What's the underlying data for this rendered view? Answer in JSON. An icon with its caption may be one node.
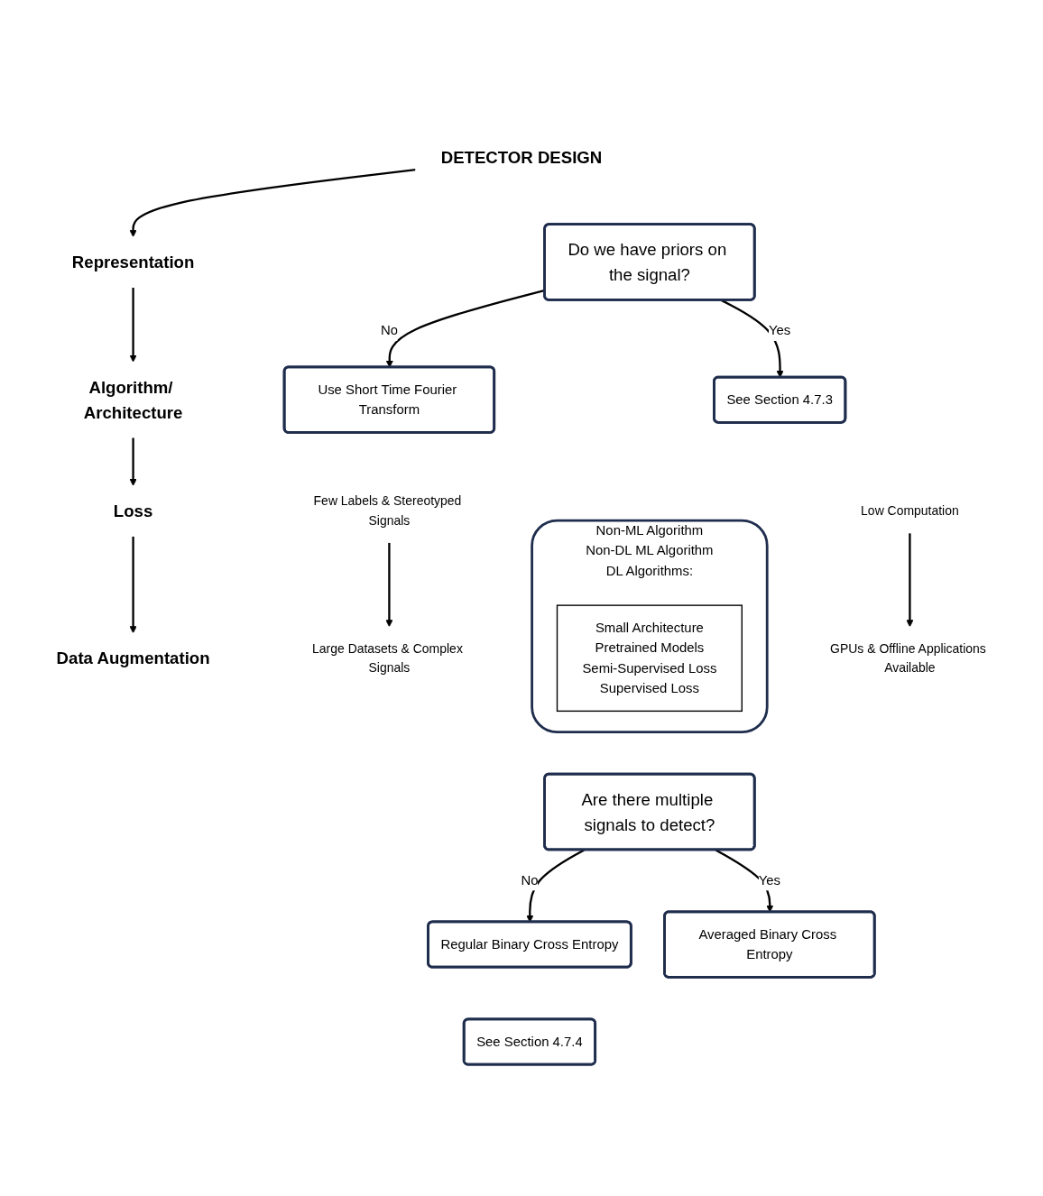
{
  "diagram": {
    "nodes": [
      {
        "text": [
          "DETECTOR DESIGN"
        ]
      },
      {
        "text": [
          "Representation"
        ]
      },
      {
        "text": [
          "Do we have priors on the signal?"
        ]
      },
      {
        "text": [
          "Use Short Time Fourier Transform"
        ]
      },
      {
        "text": [
          "See Section 4.7.3"
        ]
      },
      {
        "text": [
          "Algorithm/ Architecture"
        ]
      },
      {
        "text": [
          "Few Labels & Stereotyped Signals"
        ]
      },
      {
        "text": [
          "Non-ML Algorithm",
          "Non-DL ML Algorithm",
          "DL Algorithms:"
        ]
      },
      {
        "text": [
          "Small Architecture",
          "Pretrained Models",
          "Semi-Supervised Loss",
          "Supervised Loss"
        ],
        "in": 7
      },
      {
        "text": [
          "Low Computation"
        ]
      },
      {
        "text": [
          "Large Datasets & Complex Signals"
        ]
      },
      {
        "text": [
          "GPUs & Offline Applications Available"
        ]
      },
      {
        "text": [
          "Loss"
        ]
      },
      {
        "text": [
          "Are there multiple signals to detect?"
        ]
      },
      {
        "text": [
          "Regular Binary Cross Entropy"
        ]
      },
      {
        "text": [
          "Averaged Binary Cross Entropy"
        ]
      },
      {
        "text": [
          "Data Augmentation"
        ]
      },
      {
        "text": [
          "See Section 4.7.4"
        ]
      }
    ],
    "edges": [
      {
        "from": 0,
        "to": 1,
        "arrow": "to"
      },
      {
        "from": 2,
        "to": 3,
        "label": "No",
        "arrow": "to"
      },
      {
        "from": 2,
        "to": 4,
        "label": "Yes",
        "arrow": "to"
      },
      {
        "from": 1,
        "to": 5,
        "arrow": "to"
      },
      {
        "from": 6,
        "to": 10,
        "arrow": "to"
      },
      {
        "from": 9,
        "to": 11,
        "arrow": "to"
      },
      {
        "from": 5,
        "to": 12,
        "arrow": "to"
      },
      {
        "from": 13,
        "to": 14,
        "label": "No",
        "arrow": "to"
      },
      {
        "from": 13,
        "to": 15,
        "label": "Yes",
        "arrow": "to"
      },
      {
        "from": 12,
        "to": 16,
        "arrow": "to"
      }
    ]
  }
}
